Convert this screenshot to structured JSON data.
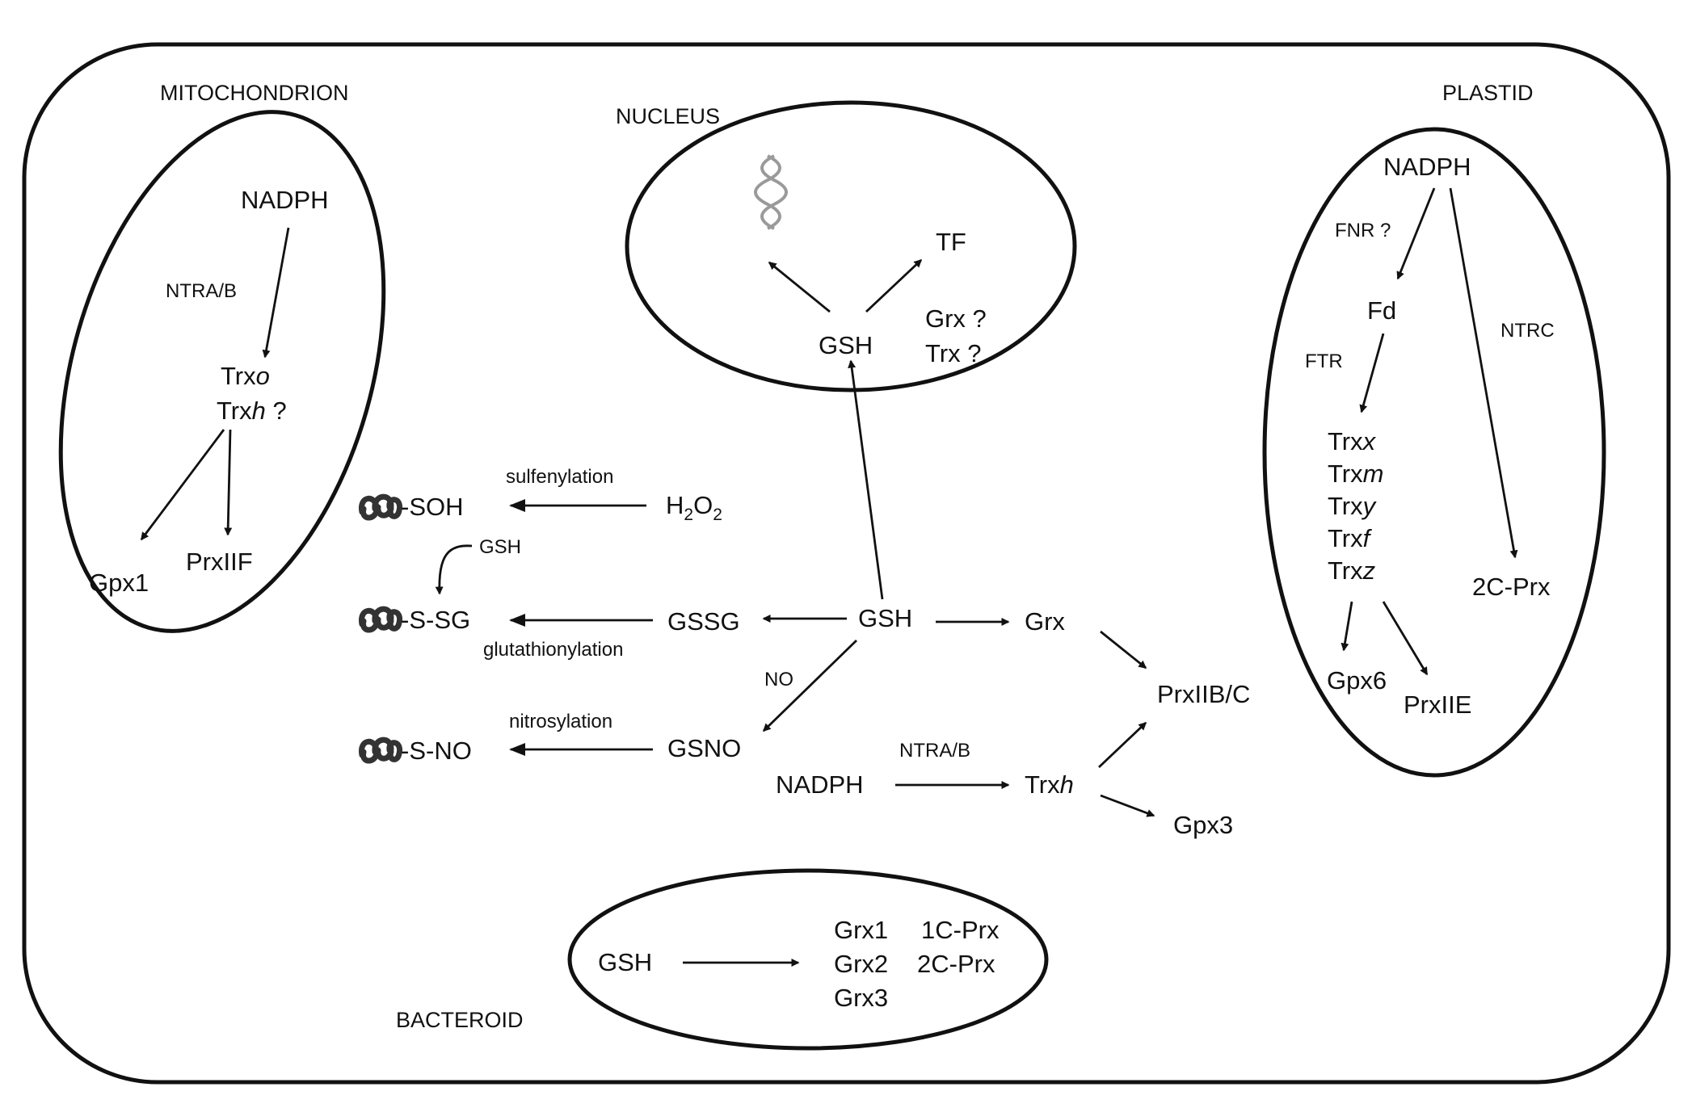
{
  "compartments": {
    "mitochondrion": "MITOCHONDRION",
    "nucleus": "NUCLEUS",
    "plastid": "PLASTID",
    "bacteroid": "BACTEROID"
  },
  "mitochondrion": {
    "nadph": "NADPH",
    "ntra_b": "NTRA/B",
    "trxo": "Trx",
    "trxo_italic": "o",
    "trxh": "Trx",
    "trxh_italic": "h",
    "trxh_q": " ?",
    "gpx1": "Gpx1",
    "prxiif": "PrxIIF"
  },
  "nucleus": {
    "tf": "TF",
    "gsh": "GSH",
    "grx_q": "Grx ?",
    "trx_q": "Trx ?"
  },
  "plastid": {
    "nadph": "NADPH",
    "fnr_q": "FNR ?",
    "fd": "Fd",
    "ntrc": "NTRC",
    "ftr": "FTR",
    "trx_prefix": "Trx",
    "trx_variants": [
      "x",
      "m",
      "y",
      "f",
      "z"
    ],
    "prx2c": "2C-Prx",
    "gpx6": "Gpx6",
    "prxiie": "PrxIIE"
  },
  "cytosol": {
    "soh": "-SOH",
    "ssg": "-S-SG",
    "sno": "-S-NO",
    "sulfenylation": "sulfenylation",
    "glutathionylation": "glutathionylation",
    "nitrosylation": "nitrosylation",
    "gsh_small": "GSH",
    "h2o2_h": "H",
    "h2o2_sub1": "2",
    "h2o2_o": "O",
    "h2o2_sub2": "2",
    "gssg": "GSSG",
    "gsh": "GSH",
    "grx": "Grx",
    "no": "NO",
    "gsno": "GSNO",
    "prxiibc": "PrxIIB/C",
    "ntra_b": "NTRA/B",
    "nadph": "NADPH",
    "trxh": "Trx",
    "trxh_italic": "h",
    "gpx3": "Gpx3"
  },
  "bacteroid": {
    "gsh": "GSH",
    "grx1": "Grx1",
    "grx2": "Grx2",
    "grx3": "Grx3",
    "prx1c": "1C-Prx",
    "prx2c": "2C-Prx"
  }
}
